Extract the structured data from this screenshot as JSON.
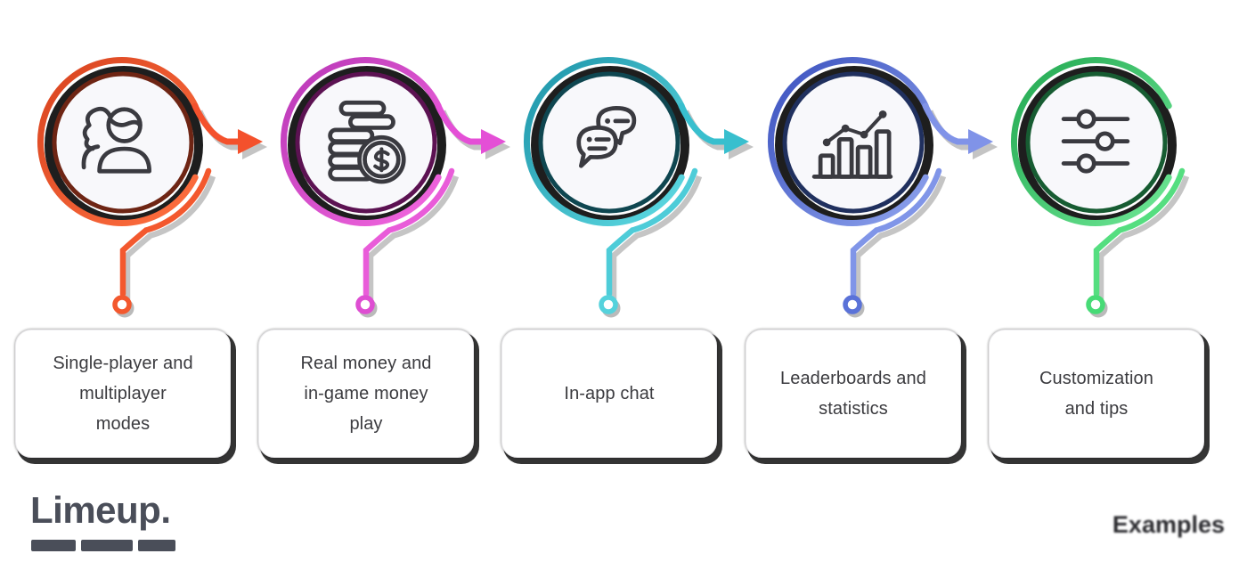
{
  "page": {
    "background": "#ffffff"
  },
  "icon_stroke": "#3A3A40",
  "nodes": [
    {
      "label": "Single-player and\nmultiplayer\nmodes",
      "icon": "players-icon",
      "ring_from": "#D8431F",
      "ring_to": "#FF7040",
      "inner_border": "#6E2514",
      "arrow": "#F4512C",
      "swoosh": "#F3582E",
      "dot": "#F3582E"
    },
    {
      "label": "Real money and\nin-game money\nplay",
      "icon": "coins-icon",
      "ring_from": "#B837B6",
      "ring_to": "#F468E0",
      "inner_border": "#5C1252",
      "arrow": "#E44FD6",
      "swoosh": "#E95CD9",
      "dot": "#DE4ED2"
    },
    {
      "label": "In-app chat",
      "icon": "chat-icon",
      "ring_from": "#1D93A8",
      "ring_to": "#5FDCE4",
      "inner_border": "#0F4650",
      "arrow": "#38BFCE",
      "swoosh": "#4ECCD8",
      "dot": "#55D2DC"
    },
    {
      "label": "Leaderboards and\nstatistics",
      "icon": "stats-icon",
      "ring_from": "#3A50BE",
      "ring_to": "#8FA4EE",
      "inner_border": "#20305E",
      "arrow": "#8093E8",
      "swoosh": "#8095E8",
      "dot": "#5A72D8"
    },
    {
      "label": "Customization\nand tips",
      "icon": "sliders-icon",
      "ring_from": "#22A851",
      "ring_to": "#6FE896",
      "inner_border": "#175C32",
      "swoosh": "#55DE80",
      "dot": "#47DB76"
    }
  ],
  "footer": {
    "logo": "Limeup.",
    "caption": "Examples"
  }
}
